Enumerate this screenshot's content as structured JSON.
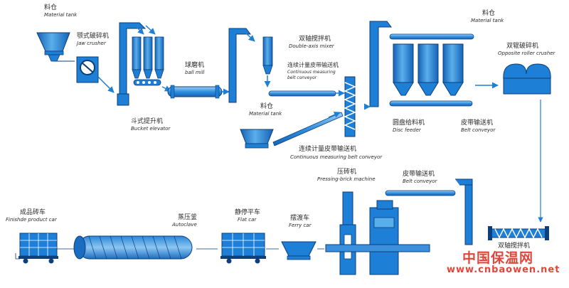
{
  "colors": {
    "blue": "#1e7fd6",
    "light_blue": "#5aaeea",
    "dark": "#0d3f7a",
    "watermark": "#e0463a"
  },
  "labels": {
    "material_tank_1_cn": "料仓",
    "material_tank_1_en": "Material tank",
    "jaw_crusher_cn": "颚式破碎机",
    "jaw_crusher_en": "Jaw crusher",
    "bucket_elevator_cn": "斗式提升机",
    "bucket_elevator_en": "Bucket elevator",
    "ball_mill_cn": "球磨机",
    "ball_mill_en": "ball mill",
    "double_axis_mixer_cn": "双轴搅拌机",
    "double_axis_mixer_en": "Double-axis mixer",
    "cont_belt_1_cn": "连续计量皮带输送机",
    "cont_belt_1_en_line1": "Continuous measuring",
    "cont_belt_1_en_line2": "belt conveyor",
    "material_tank_2_cn": "料仓",
    "material_tank_2_en": "Material tank",
    "cont_belt_2_cn": "连续计量皮带输送机",
    "cont_belt_2_en": "Continuous measuring belt conveyor",
    "material_tank_3_cn": "料仓",
    "material_tank_3_en": "Material tank",
    "disc_feeder_cn": "圆盘给料机",
    "disc_feeder_en": "Disc feeder",
    "belt_conveyor_1_cn": "皮带输送机",
    "belt_conveyor_1_en": "Belt conveyor",
    "roller_crusher_cn": "双辊破碎机",
    "roller_crusher_en": "Opposite roller crusher",
    "pressing_machine_cn": "压砖机",
    "pressing_machine_en": "Pressing-brick machine",
    "belt_conveyor_2_cn": "皮带输送机",
    "belt_conveyor_2_en": "Belt conveyor",
    "finished_car_cn": "成品砖车",
    "finished_car_en": "Finishde product car",
    "autoclave_cn": "蒸压釜",
    "autoclave_en": "Autoclave",
    "flat_car_cn": "静停平车",
    "flat_car_en": "Flat car",
    "ferry_car_cn": "摆渡车",
    "ferry_car_en": "Ferry car",
    "double_mixer_2_cn": "双轴搅拌机"
  },
  "watermark": {
    "cn": "中国保温网",
    "url": "www.cnbaowen.net"
  }
}
